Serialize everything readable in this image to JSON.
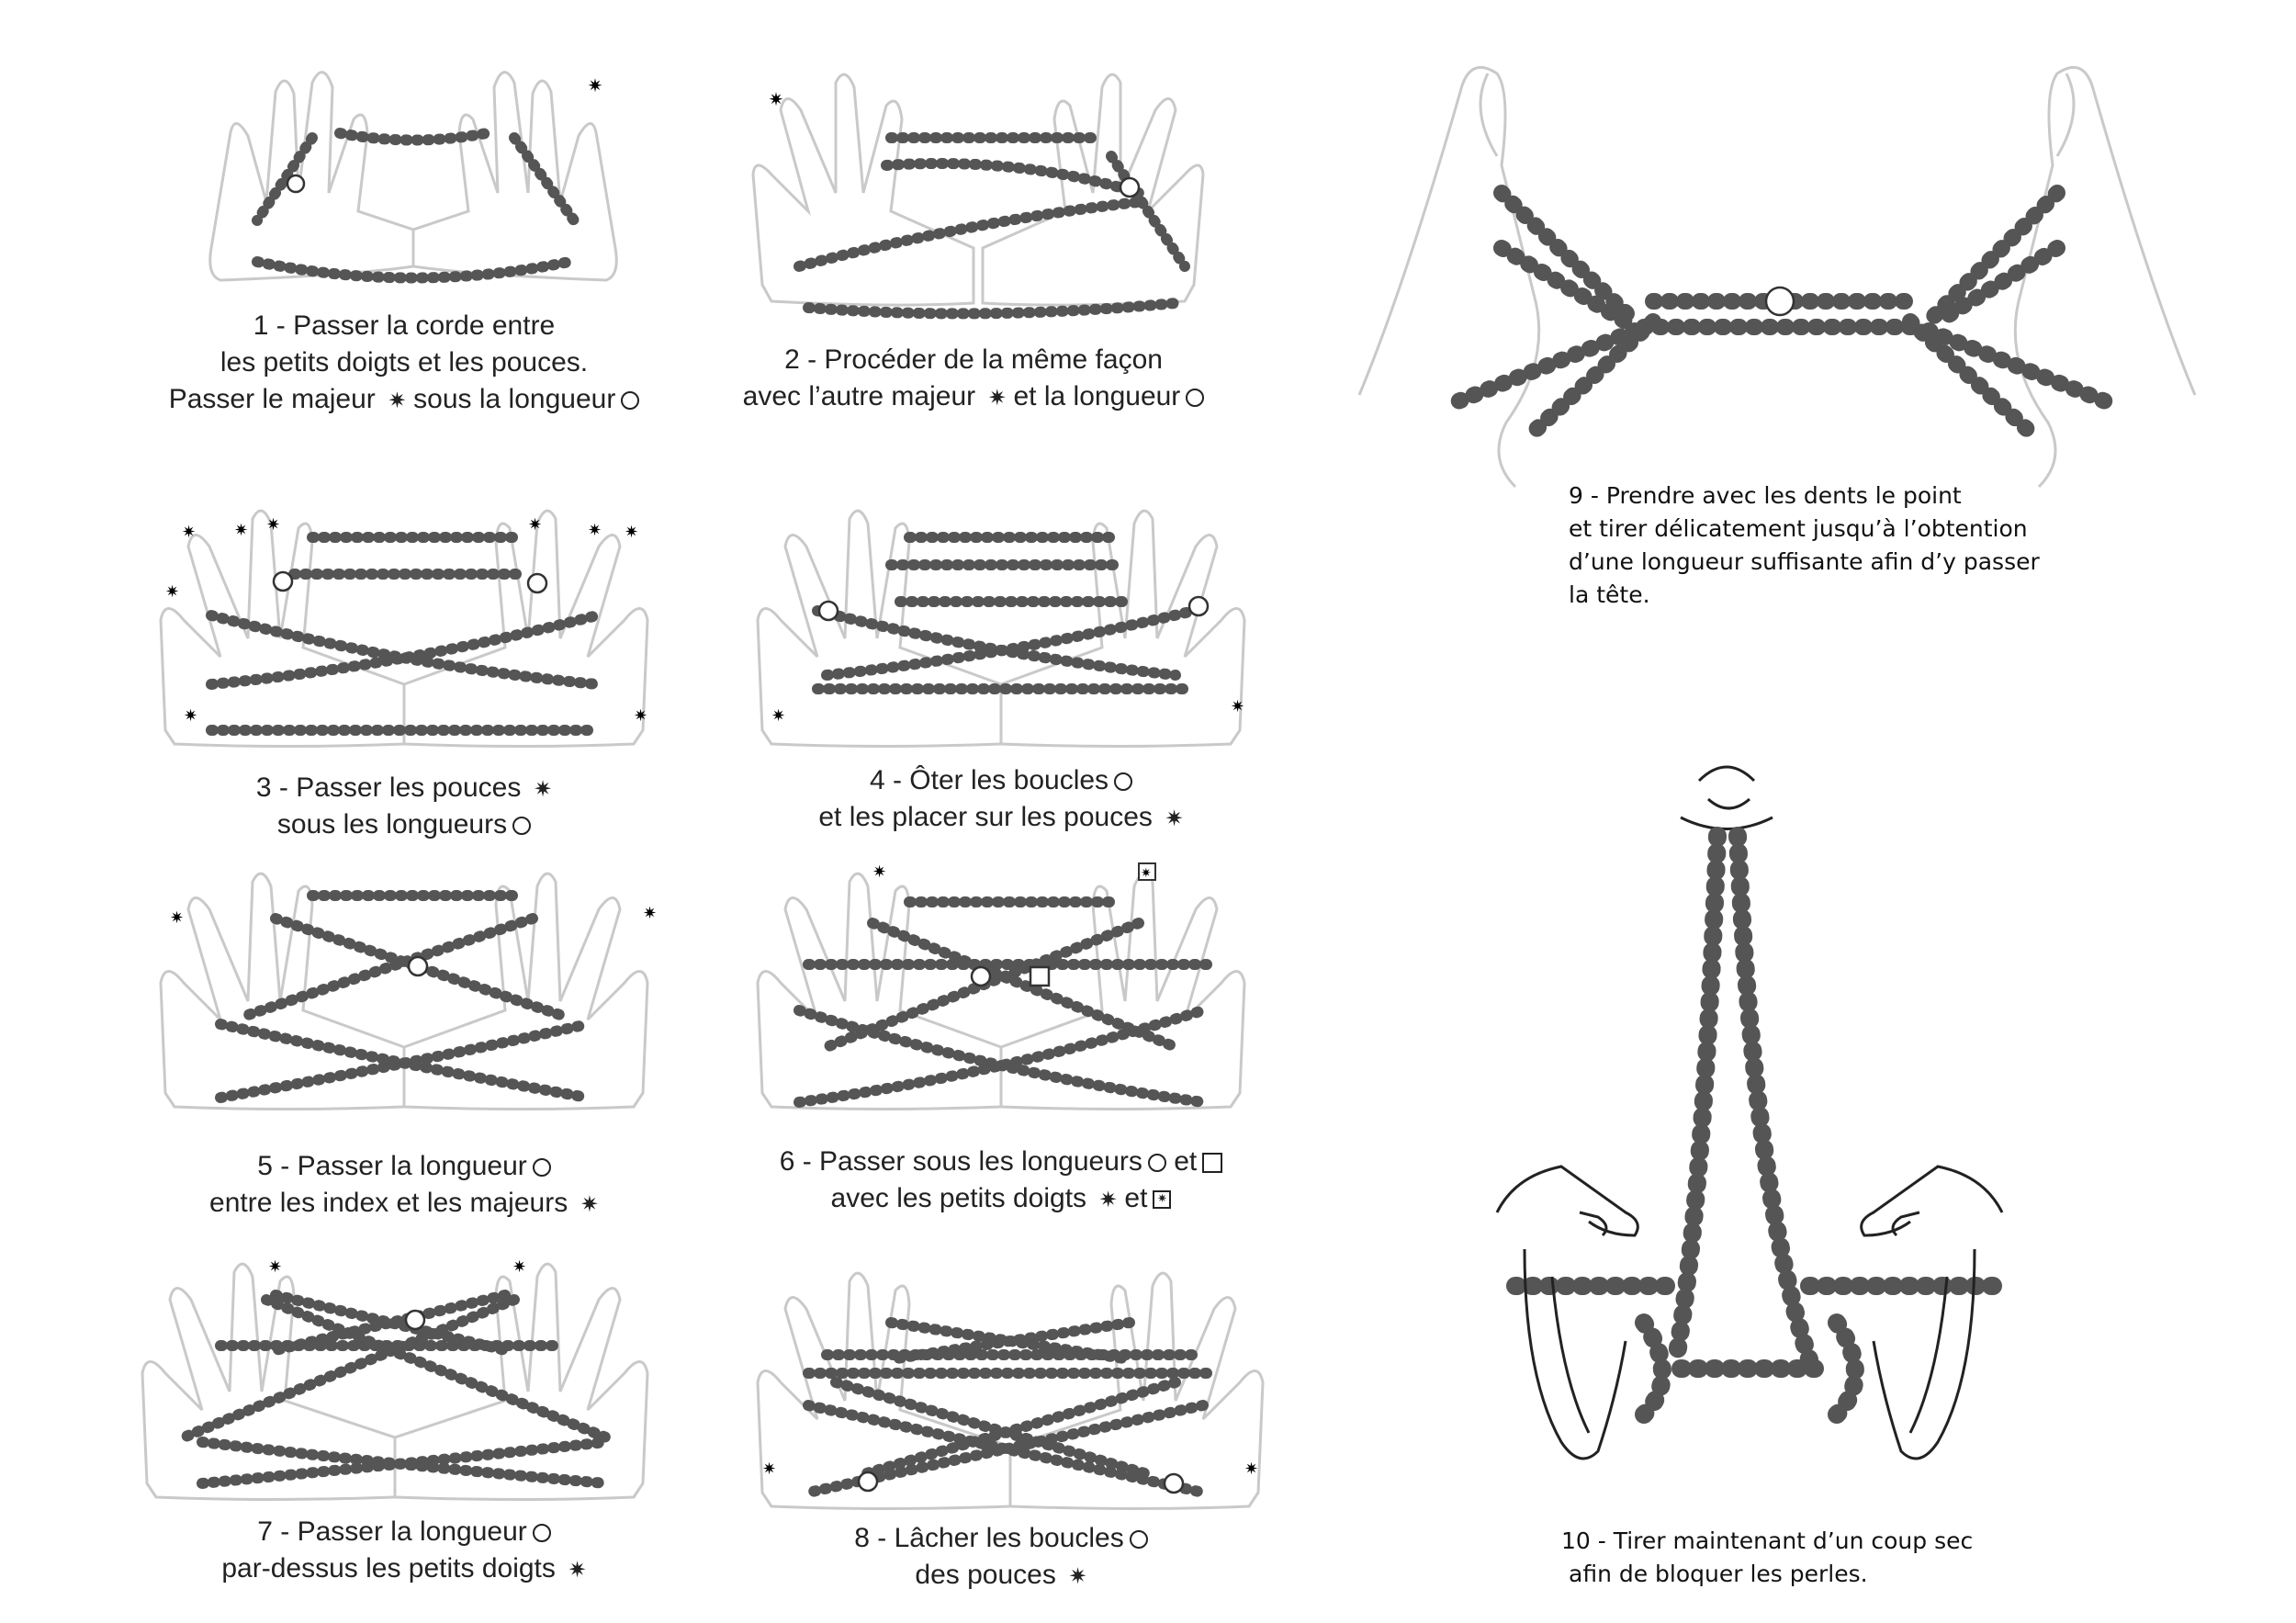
{
  "colors": {
    "bead": "#6a6a6a",
    "bead_dark": "#3d3d3d",
    "hand_outline": "#c9c9c9",
    "skin_shadow": "#ececec",
    "text": "#222222"
  },
  "symbols": {
    "star": "✷",
    "boxstar": "✷"
  },
  "steps": [
    {
      "id": 1,
      "lines": [
        {
          "text": "1 - Passer la corde entre",
          "syms": []
        },
        {
          "text": "les petits doigts et les pouces.",
          "syms": []
        },
        {
          "text": "Passer le majeur",
          "syms": [
            "star"
          ],
          "text2": "sous la longueur",
          "syms2": [
            "circle"
          ]
        }
      ]
    },
    {
      "id": 2,
      "lines": [
        {
          "text": "2 - Procéder de la même façon",
          "syms": []
        },
        {
          "text": "avec l’autre majeur",
          "syms": [
            "star"
          ],
          "text2": "et la longueur",
          "syms2": [
            "circle"
          ]
        }
      ]
    },
    {
      "id": 3,
      "lines": [
        {
          "text": "3 - Passer les pouces",
          "syms": [
            "star"
          ]
        },
        {
          "text": "sous les longueurs",
          "syms": [
            "circle"
          ]
        }
      ]
    },
    {
      "id": 4,
      "lines": [
        {
          "text": "4 - Ôter les boucles",
          "syms": [
            "circle"
          ]
        },
        {
          "text": "et les placer sur les pouces",
          "syms": [
            "star"
          ]
        }
      ]
    },
    {
      "id": 5,
      "lines": [
        {
          "text": "5 - Passer la longueur",
          "syms": [
            "circle"
          ]
        },
        {
          "text": "entre les index et les majeurs",
          "syms": [
            "star"
          ]
        }
      ]
    },
    {
      "id": 6,
      "lines": [
        {
          "text": "6 - Passer sous les longueurs",
          "syms": [
            "circle"
          ],
          "text2": "et",
          "syms2": [
            "square"
          ]
        },
        {
          "text": "avec les petits doigts",
          "syms": [
            "star"
          ],
          "text2": "et",
          "syms2": [
            "boxstar"
          ]
        }
      ]
    },
    {
      "id": 7,
      "lines": [
        {
          "text": "7 - Passer la longueur",
          "syms": [
            "circle"
          ]
        },
        {
          "text": "par-dessus les petits doigts",
          "syms": [
            "star"
          ]
        }
      ]
    },
    {
      "id": 8,
      "lines": [
        {
          "text": "8 - Lâcher les boucles",
          "syms": [
            "circle"
          ]
        },
        {
          "text": "des pouces",
          "syms": [
            "star"
          ]
        }
      ]
    },
    {
      "id": 9,
      "lines": [
        {
          "text": "9 - Prendre avec les dents le point",
          "syms": []
        },
        {
          "text": "et tirer délicatement jusqu’à l’obtention",
          "syms": []
        },
        {
          "text": "d’une longueur suffisante afin d’y passer",
          "syms": []
        },
        {
          "text": "la tête.",
          "syms": []
        }
      ]
    },
    {
      "id": 10,
      "lines": [
        {
          "text": "10 - Tirer maintenant d’un coup sec",
          "syms": []
        },
        {
          "text": "afin de bloquer les perles.",
          "syms": []
        }
      ]
    }
  ]
}
